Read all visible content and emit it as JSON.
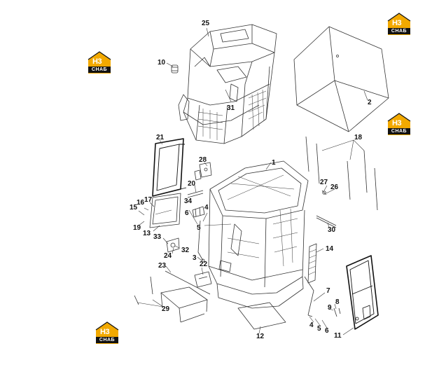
{
  "logo": {
    "mark": "H3",
    "text": "CHAБ",
    "accent": "#f2a900",
    "dark": "#111111"
  },
  "part_labels": [
    "25",
    "10",
    "31",
    "2",
    "18",
    "21",
    "28",
    "1",
    "20",
    "27",
    "26",
    "17",
    "16",
    "15",
    "34",
    "4",
    "6",
    "19",
    "13",
    "5",
    "30",
    "33",
    "24",
    "32",
    "3",
    "22",
    "14",
    "23",
    "7",
    "8",
    "9",
    "29",
    "4",
    "5",
    "6",
    "11",
    "12"
  ],
  "icons": {
    "logo": "h3-house-logo-icon"
  }
}
